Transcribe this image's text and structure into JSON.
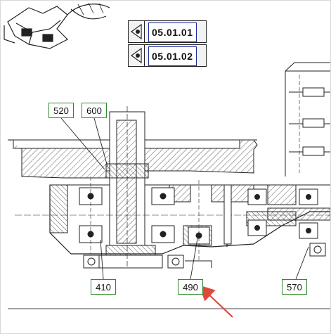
{
  "reference_tags": [
    {
      "code": "05.01.01"
    },
    {
      "code": "05.01.02"
    }
  ],
  "callouts": [
    {
      "label": "520"
    },
    {
      "label": "600"
    },
    {
      "label": "410"
    },
    {
      "label": "490"
    },
    {
      "label": "570"
    }
  ],
  "colors": {
    "callout_border": "#2e8b2e",
    "tag_border": "#1a2a9a",
    "arrow": "#e0483c"
  }
}
